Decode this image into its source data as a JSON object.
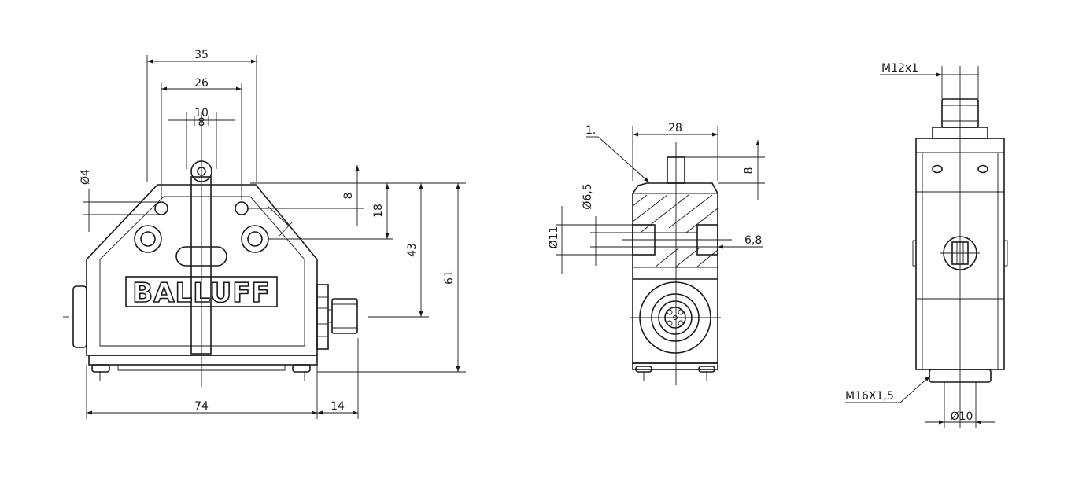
{
  "brand": "BALLUFF",
  "front_view": {
    "dimensions": {
      "d35": "35",
      "d26": "26",
      "d10": "10",
      "d8": "8",
      "dia4": "Ø4",
      "v8": "8",
      "v18": "18",
      "v43": "43",
      "v61": "61",
      "h74": "74",
      "h14": "14"
    }
  },
  "side_view": {
    "callout": "1.",
    "dimensions": {
      "d28": "28",
      "v8": "8",
      "dia6_5": "Ø6,5",
      "dia11": "Ø11",
      "d6_8": "6,8"
    }
  },
  "back_view": {
    "labels": {
      "thread_top": "M12x1",
      "thread_bottom": "M16X1,5",
      "dia10": "Ø10"
    }
  }
}
